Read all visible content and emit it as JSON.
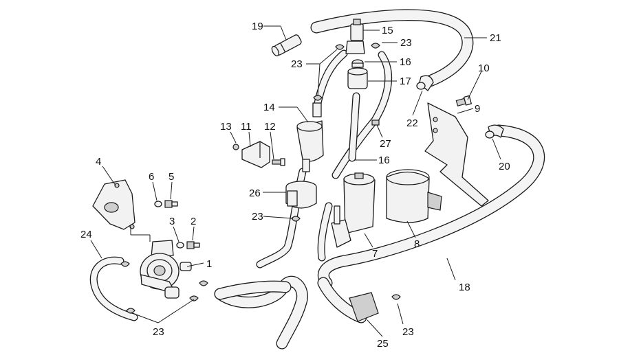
{
  "callouts": [
    {
      "id": "c1",
      "text": "1"
    },
    {
      "id": "c2",
      "text": "2"
    },
    {
      "id": "c3",
      "text": "3"
    },
    {
      "id": "c4",
      "text": "4"
    },
    {
      "id": "c5",
      "text": "5"
    },
    {
      "id": "c6",
      "text": "6"
    },
    {
      "id": "c7",
      "text": "7"
    },
    {
      "id": "c8",
      "text": "8"
    },
    {
      "id": "c9",
      "text": "9"
    },
    {
      "id": "c10",
      "text": "10"
    },
    {
      "id": "c11",
      "text": "11"
    },
    {
      "id": "c12",
      "text": "12"
    },
    {
      "id": "c13",
      "text": "13"
    },
    {
      "id": "c14",
      "text": "14"
    },
    {
      "id": "c15",
      "text": "15"
    },
    {
      "id": "c16a",
      "text": "16"
    },
    {
      "id": "c16b",
      "text": "16"
    },
    {
      "id": "c17",
      "text": "17"
    },
    {
      "id": "c18",
      "text": "18"
    },
    {
      "id": "c19",
      "text": "19"
    },
    {
      "id": "c20",
      "text": "20"
    },
    {
      "id": "c21",
      "text": "21"
    },
    {
      "id": "c22",
      "text": "22"
    },
    {
      "id": "c23a",
      "text": "23"
    },
    {
      "id": "c23b",
      "text": "23"
    },
    {
      "id": "c23c",
      "text": "23"
    },
    {
      "id": "c23d",
      "text": "23"
    },
    {
      "id": "c23e",
      "text": "23"
    },
    {
      "id": "c24",
      "text": "24"
    },
    {
      "id": "c25",
      "text": "25"
    },
    {
      "id": "c26",
      "text": "26"
    },
    {
      "id": "c27",
      "text": "27"
    }
  ]
}
